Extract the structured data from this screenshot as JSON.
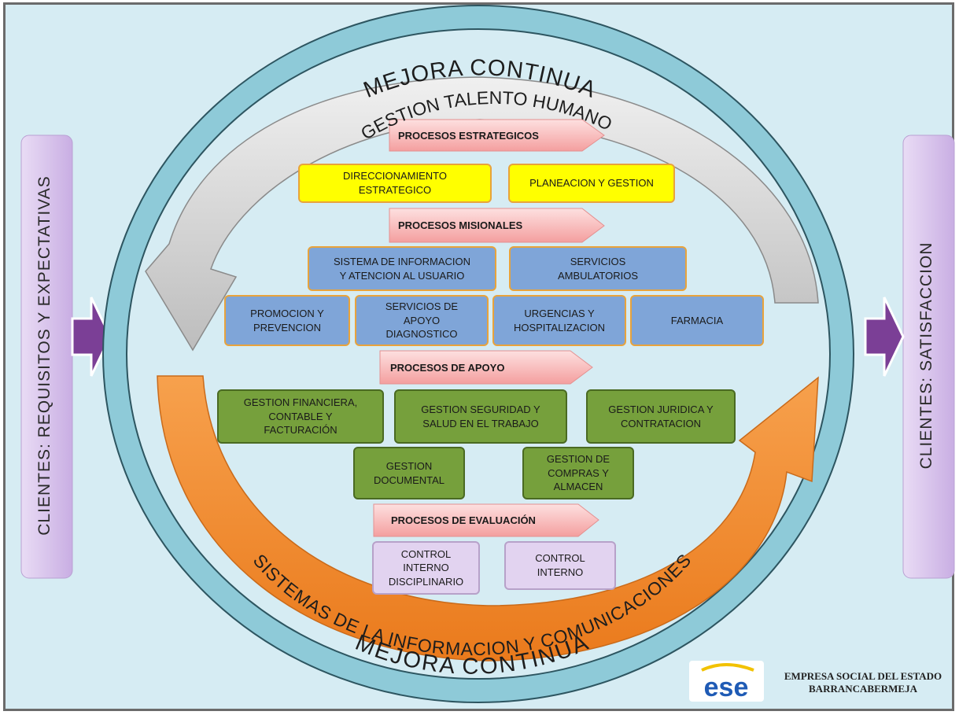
{
  "ring": {
    "top_label": "MEJORA CONTINUA",
    "bottom_label": "MEJORA CONTINUA",
    "upper_arrow_label": "GESTION   TALENTO   HUMANO",
    "lower_arrow_label": "SISTEMAS DE LA INFORMACION Y COMUNICACIONES"
  },
  "sides": {
    "left_label": "CLIENTES: REQUISITOS Y EXPECTATIVAS",
    "right_label": "CLIENTES: SATISFACCION"
  },
  "sections": {
    "estrategicos": "PROCESOS ESTRATEGICOS",
    "misionales": "PROCESOS MISIONALES",
    "apoyo": "PROCESOS DE APOYO",
    "evaluacion": "PROCESOS DE EVALUACIÓN"
  },
  "boxes": {
    "direccionamiento": "DIRECCIONAMIENTO\nESTRATEGICO",
    "planeacion": "PLANEACION Y GESTION",
    "sistema_info": "SISTEMA DE INFORMACION\nY ATENCION AL USUARIO",
    "ambulatorios": "SERVICIOS\nAMBULATORIOS",
    "promocion": "PROMOCION Y\nPREVENCION",
    "apoyo_diag": "SERVICIOS DE\nAPOYO\nDIAGNOSTICO",
    "urgencias": "URGENCIAS Y\nHOSPITALIZACION",
    "farmacia": "FARMACIA",
    "financiera": "GESTION FINANCIERA,\nCONTABLE Y\nFACTURACIÓN",
    "seguridad": "GESTION SEGURIDAD Y\nSALUD EN EL TRABAJO",
    "juridica": "GESTION JURIDICA  Y\nCONTRATACION",
    "documental": "GESTION\nDOCUMENTAL",
    "compras": "GESTION DE\nCOMPRAS  Y\nALMACEN",
    "control_disc": "CONTROL\nINTERNO\nDISCIPLINARIO",
    "control_int": "CONTROL\nINTERNO"
  },
  "logo": {
    "mark": "ese",
    "line1": "EMPRESA SOCIAL DEL ESTADO",
    "line2": "BARRANCABERMEJA"
  },
  "colors": {
    "background": "#d6ecf3",
    "ring": "#8ecad8",
    "gray_arrow": "#c8c8c8",
    "orange_arrow": "#f28a2e",
    "purple_arrow": "#7b3f96",
    "section_arrow": "#f6b9b9",
    "yellow_box": "#ffff00",
    "blue_box": "#7fa5d8",
    "green_box": "#76a03c",
    "lilac_box": "#e2d3f0",
    "side_panel": "#d7c3ea"
  }
}
